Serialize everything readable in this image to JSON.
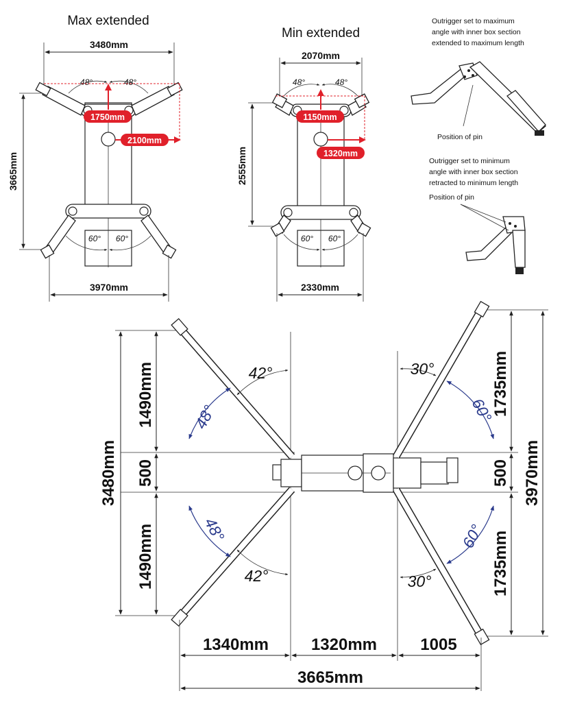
{
  "colors": {
    "accent_red": "#e0202a",
    "angle_blue": "#2a3a8c",
    "line": "#222222"
  },
  "max_extended": {
    "title": "Max extended",
    "top_width": "3480mm",
    "height": "3665mm",
    "bottom_width": "3970mm",
    "top_angle_left": "48°",
    "top_angle_right": "48°",
    "bottom_angle_left": "60°",
    "bottom_angle_right": "60°",
    "red_label_1": "1750mm",
    "red_label_2": "2100mm"
  },
  "min_extended": {
    "title": "Min extended",
    "top_width": "2070mm",
    "height": "2555mm",
    "bottom_width": "2330mm",
    "top_angle_left": "48°",
    "top_angle_right": "48°",
    "bottom_angle_left": "60°",
    "bottom_angle_right": "60°",
    "red_label_1": "1150mm",
    "red_label_2": "1320mm"
  },
  "notes": {
    "max_note_line1": "Outrigger set to maximum",
    "max_note_line2": "angle with inner box section",
    "max_note_line3": "extended to maximum length",
    "max_pin": "Position of pin",
    "min_note_line1": "Outrigger set to minimum",
    "min_note_line2": "angle with inner box section",
    "min_note_line3": "retracted to minimum length",
    "min_pin": "Position of pin"
  },
  "plan": {
    "left_total": "3480mm",
    "left_upper": "1490mm",
    "left_mid": "500",
    "left_lower": "1490mm",
    "right_total": "3970mm",
    "right_upper": "1735mm",
    "right_mid": "500",
    "right_lower": "1735mm",
    "angle_ul_black": "42°",
    "angle_ul_blue": "48°",
    "angle_ll_blue": "48°",
    "angle_ll_black": "42°",
    "angle_ur_black": "30°",
    "angle_ur_blue": "60°",
    "angle_lr_blue": "60°",
    "angle_lr_black": "30°",
    "bottom_seg1": "1340mm",
    "bottom_seg2": "1320mm",
    "bottom_seg3": "1005",
    "bottom_total": "3665mm"
  }
}
